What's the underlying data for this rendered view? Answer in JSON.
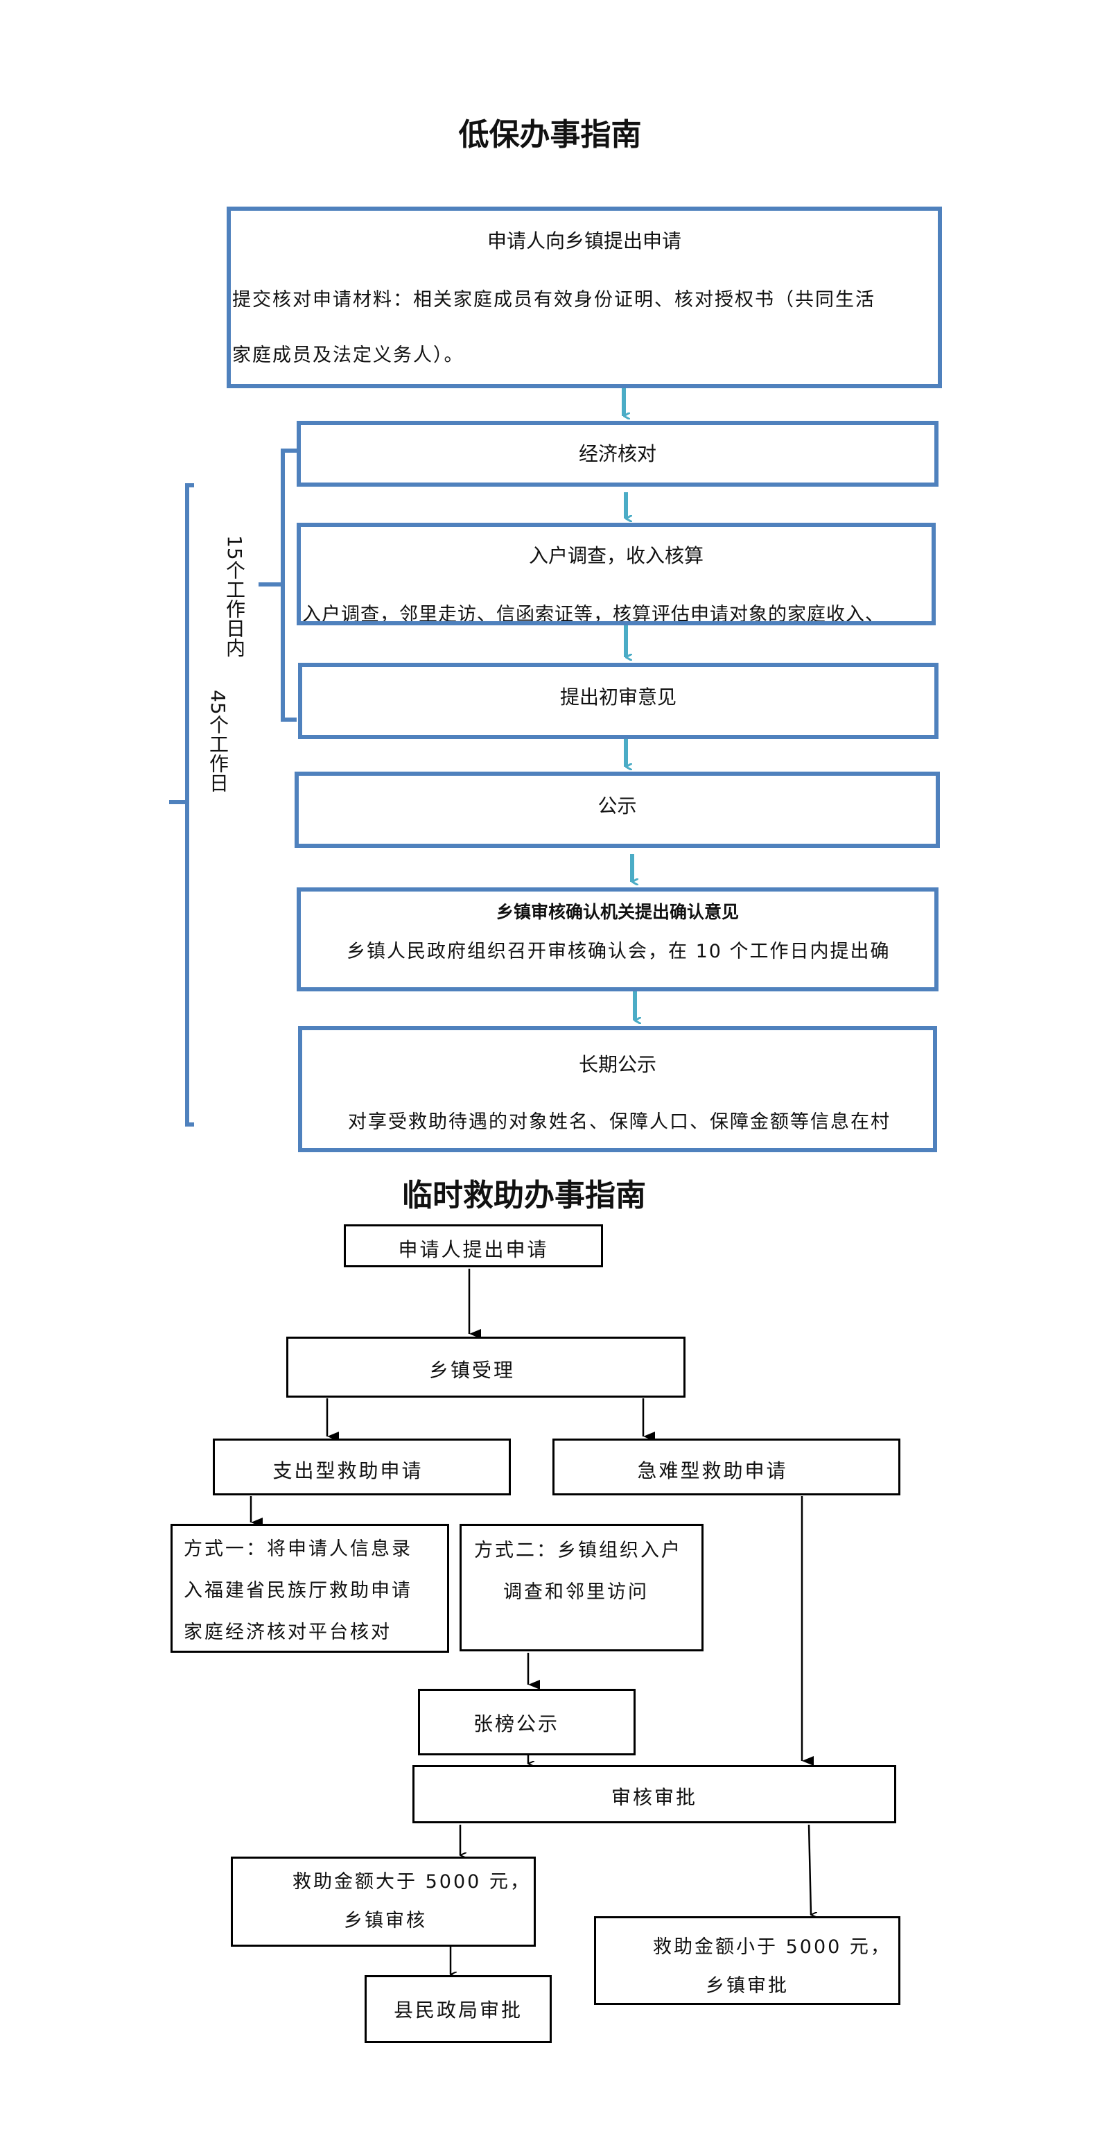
{
  "dibao": {
    "title": "低保办事指南",
    "steps": [
      {
        "title": "申请人向乡镇提出申请",
        "lines": [
          "提交核对申请材料：相关家庭成员有效身份证明、核对授权书（共同生活",
          "家庭成员及法定义务人）。"
        ]
      },
      {
        "title": "经济核对"
      },
      {
        "title": "入户调查，收入核算",
        "lines": [
          "入户调查，邻里走访、信函索证等，核算评估申请对象的家庭收入、"
        ]
      },
      {
        "title": "提出初审意见"
      },
      {
        "title": "公示"
      },
      {
        "title": "乡镇审核确认机关提出确认意见",
        "lines": [
          "乡镇人民政府组织召开审核确认会，在 10 个工作日内提出确"
        ]
      },
      {
        "title": "长期公示",
        "lines": [
          "对享受救助待遇的对象姓名、保障人口、保障金额等信息在村"
        ]
      }
    ],
    "bracket_inner": "15个工作日内",
    "bracket_outer": "45个工作日",
    "colors": {
      "box_border": "#4f81bd",
      "arrow": "#4bacc6"
    }
  },
  "linshi": {
    "title": "临时救助办事指南",
    "apply": "申请人提出申请",
    "accept": "乡镇受理",
    "expense": "支出型救助申请",
    "emergency": "急难型救助申请",
    "way1": [
      "方式一：将申请人信息录",
      "入福建省民族厅救助申请",
      "家庭经济核对平台核对"
    ],
    "way2": [
      "方式二：乡镇组织入户",
      "调查和邻里访问"
    ],
    "publicize": "张榜公示",
    "review": "审核审批",
    "over5000": [
      "救助金额大于 5000 元，",
      "乡镇审核"
    ],
    "county": "县民政局审批",
    "under5000": [
      "救助金额小于 5000 元，",
      "乡镇审批"
    ]
  }
}
